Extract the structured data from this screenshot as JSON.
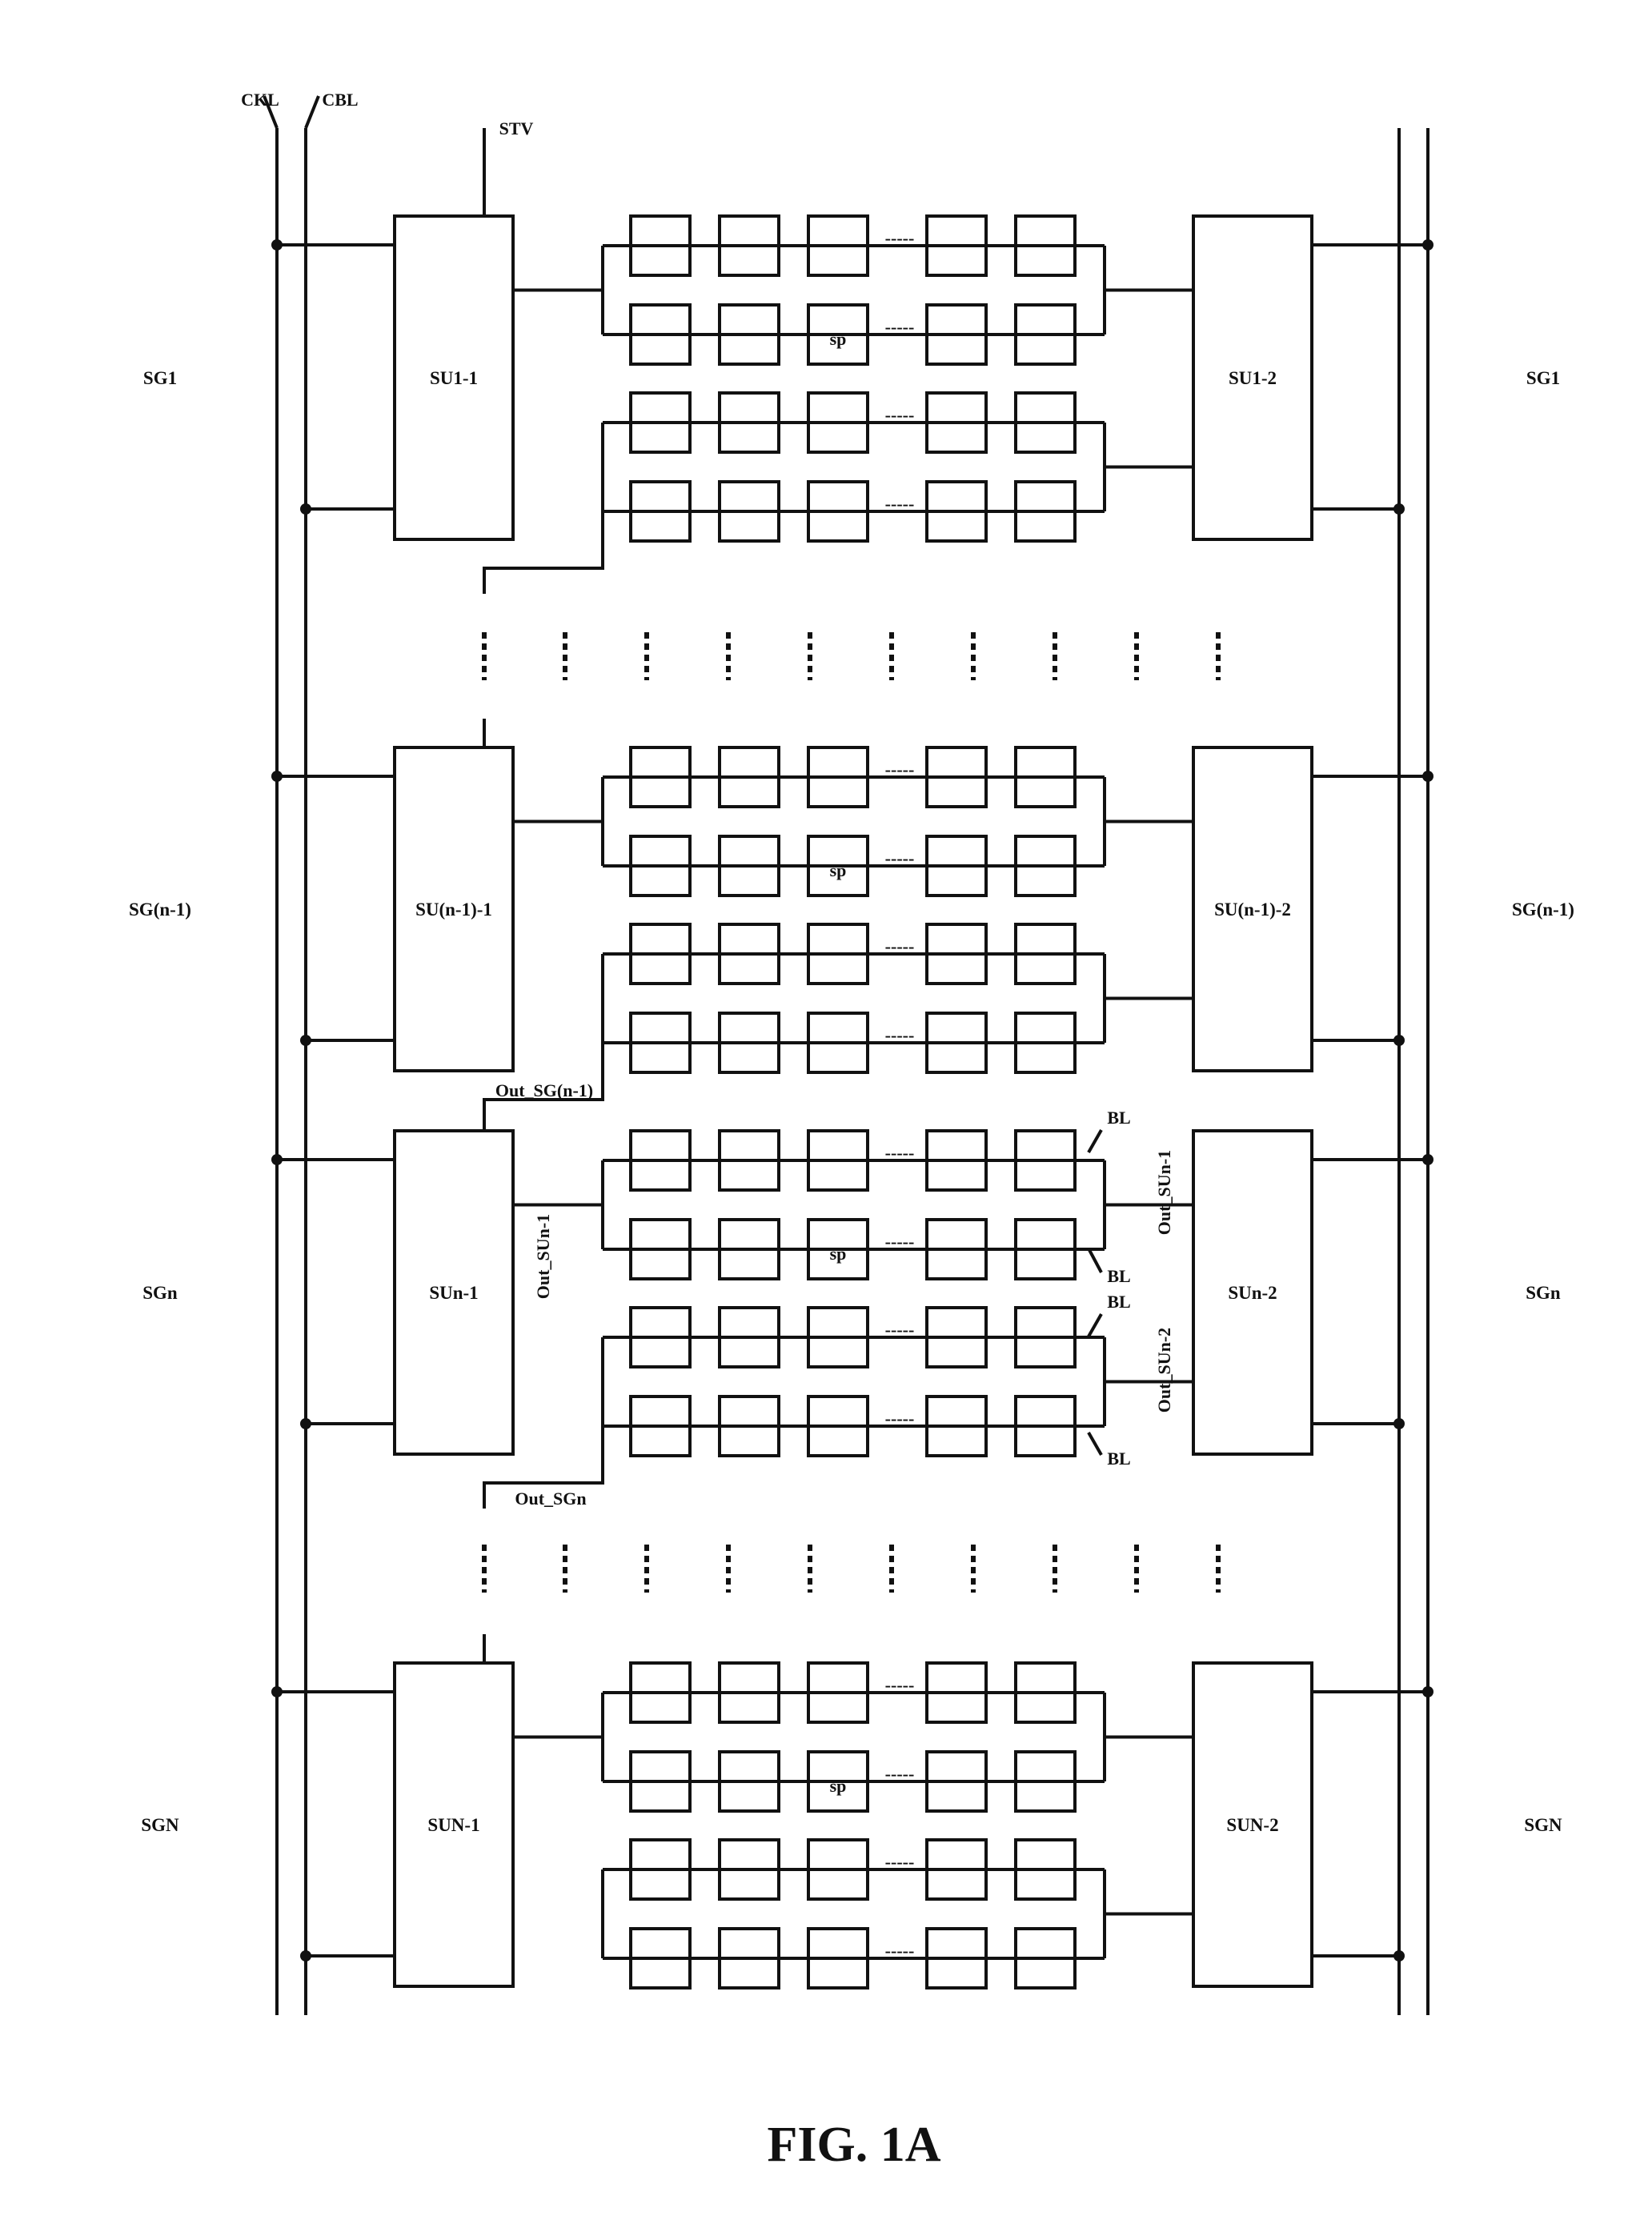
{
  "colors": {
    "line": "#111111",
    "background": "#ffffff"
  },
  "signals": {
    "ckl": "CKL",
    "cbl": "CBL",
    "stv": "STV"
  },
  "stages": [
    {
      "group": "SG1",
      "left_unit": "SU1-1",
      "right_unit": "SU1-2",
      "sp": "sp",
      "dots": "-----"
    },
    {
      "group": "SG(n-1)",
      "left_unit": "SU(n-1)-1",
      "right_unit": "SU(n-1)-2",
      "sp": "sp",
      "dots": "-----"
    },
    {
      "group": "SGn",
      "left_unit": "SUn-1",
      "right_unit": "SUn-2",
      "sp": "sp",
      "dots": "-----"
    },
    {
      "group": "SGN",
      "left_unit": "SUN-1",
      "right_unit": "SUN-2",
      "sp": "sp",
      "dots": "-----"
    }
  ],
  "annotations": {
    "out_sg_prev": "Out_SG(n-1)",
    "out_sgn": "Out_SGn",
    "out_sun_1_left": "Out_SUn-1",
    "out_sun_1_right": "Out_SUn-1",
    "out_sun_2_right": "Out_SUn-2",
    "bl": "BL"
  },
  "figure_caption": "FIG. 1A"
}
